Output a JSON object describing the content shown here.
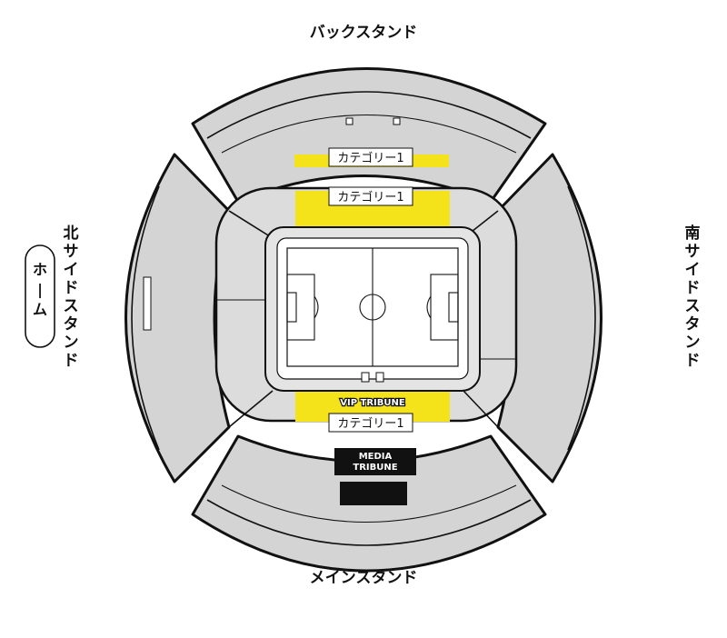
{
  "stands": {
    "back": "バックスタンド",
    "main": "メインスタンド",
    "north": "北サイドスタンド",
    "south": "南サイドスタンド"
  },
  "home_badge": "ホーム",
  "categories": {
    "back_upper": "カテゴリー1",
    "back_lower": "カテゴリー1",
    "main": "カテゴリー1"
  },
  "vip_label": "VIP TRIBUNE",
  "media_label": [
    "MEDIA",
    "TRIBUNE"
  ],
  "colors": {
    "category_highlight": "#f4e21b",
    "seating": "#d4d4d4",
    "outline": "#111111",
    "media_block": "#111111"
  }
}
